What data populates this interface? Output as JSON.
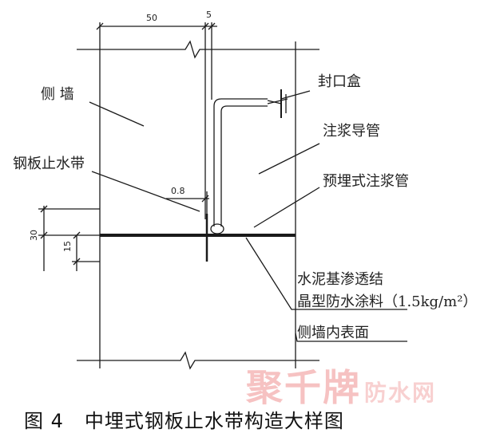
{
  "labels": {
    "side_wall": "侧 墙",
    "steel_waterstop": "钢板止水带",
    "seal_box": "封口盒",
    "grout_guide_pipe": "注浆导管",
    "embedded_grout_pipe": "预埋式注浆管",
    "coating_line1": "水泥基渗透结",
    "coating_line2": "晶型防水涂料（1.5kg/m²）",
    "inner_surface": "侧墙内表面"
  },
  "dimensions": {
    "d50": "50",
    "d5": "5",
    "d08": "0.8",
    "d30": "30",
    "d15": "15"
  },
  "caption": {
    "number": "图 4",
    "title": "中埋式钢板止水带构造大样图"
  },
  "watermark": {
    "brand": "聚千牌",
    "site": "防水网"
  },
  "colors": {
    "line": "#1a1a1a",
    "watermark": "#eb7878"
  }
}
